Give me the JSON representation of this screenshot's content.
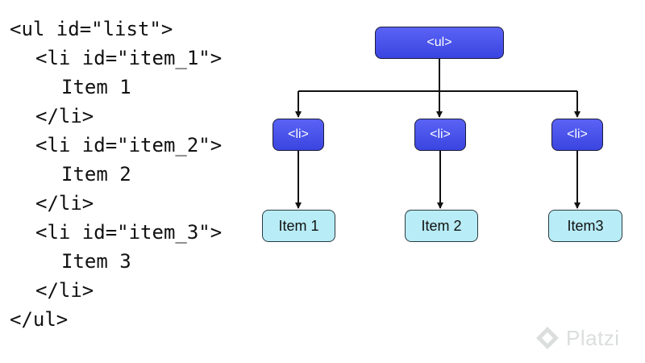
{
  "code_lines": [
    "<ul id=\"list\">",
    "<li id=\"item_1\">",
    "Item 1",
    "</li>",
    "<li id=\"item_2\">",
    "Item 2",
    "</li>",
    "<li id=\"item_3\">",
    "Item 3",
    "</li>",
    "</ul>"
  ],
  "tree": {
    "root": "<ul>",
    "children": [
      {
        "tag": "<li>",
        "item": "Item 1"
      },
      {
        "tag": "<li>",
        "item": "Item 2"
      },
      {
        "tag": "<li>",
        "item": "Item3"
      }
    ]
  },
  "colors": {
    "tag_node": "#4a54ea",
    "item_node": "#b8ecf6",
    "arrow": "#111111"
  },
  "brand": {
    "text": "Platzi",
    "icon": "platzi-logo-icon"
  }
}
